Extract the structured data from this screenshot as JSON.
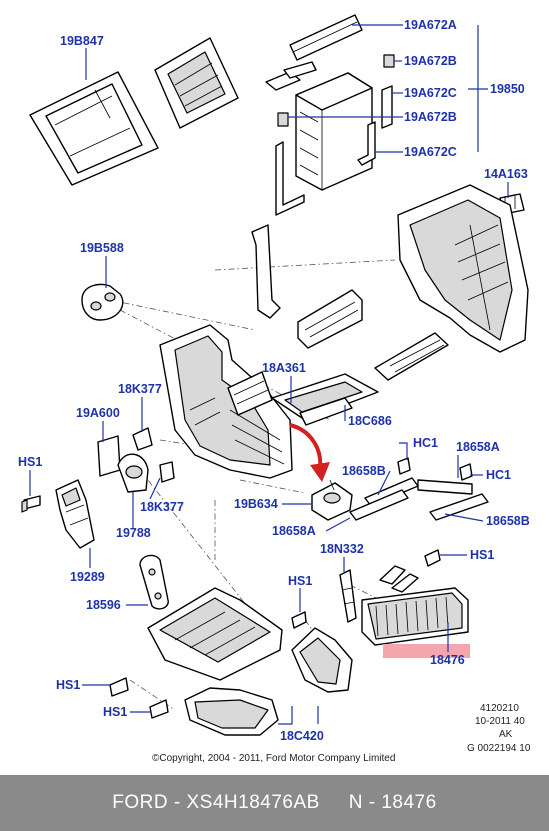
{
  "labels": {
    "l_19B847": "19B847",
    "l_19A672A": "19A672A",
    "l_19A672B_1": "19A672B",
    "l_19A672C_1": "19A672C",
    "l_19850": "19850",
    "l_19A672B_2": "19A672B",
    "l_19A672C_2": "19A672C",
    "l_14A163": "14A163",
    "l_19B588": "19B588",
    "l_18A361": "18A361",
    "l_18K377_1": "18K377",
    "l_19A600": "19A600",
    "l_18C686": "18C686",
    "l_HC1_1": "HC1",
    "l_18658A_1": "18658A",
    "l_HS1_1": "HS1",
    "l_18658B_1": "18658B",
    "l_HC1_2": "HC1",
    "l_19B634": "19B634",
    "l_18K377_2": "18K377",
    "l_19788": "19788",
    "l_18658A_2": "18658A",
    "l_18658B_2": "18658B",
    "l_18N332": "18N332",
    "l_HS1_2": "HS1",
    "l_19289": "19289",
    "l_HS1_3": "HS1",
    "l_18596": "18596",
    "l_18476": "18476",
    "l_HS1_4": "HS1",
    "l_HS1_5": "HS1",
    "l_18C420": "18C420"
  },
  "reference": {
    "line1": "4120210",
    "line2": "10-2011 40",
    "line3": "AK",
    "line4": "G 0022194 10"
  },
  "copyright": "©Copyright, 2004 - 2011, Ford Motor Company Limited",
  "footer": {
    "part_text": "FORD - XS4H18476AB",
    "number_text": "N - 18476"
  },
  "colors": {
    "label_blue": "#1f33a8",
    "highlight_pink": "#f4a5ad",
    "arrow_red": "#d42020",
    "footer_gray": "#8a8a8a"
  }
}
